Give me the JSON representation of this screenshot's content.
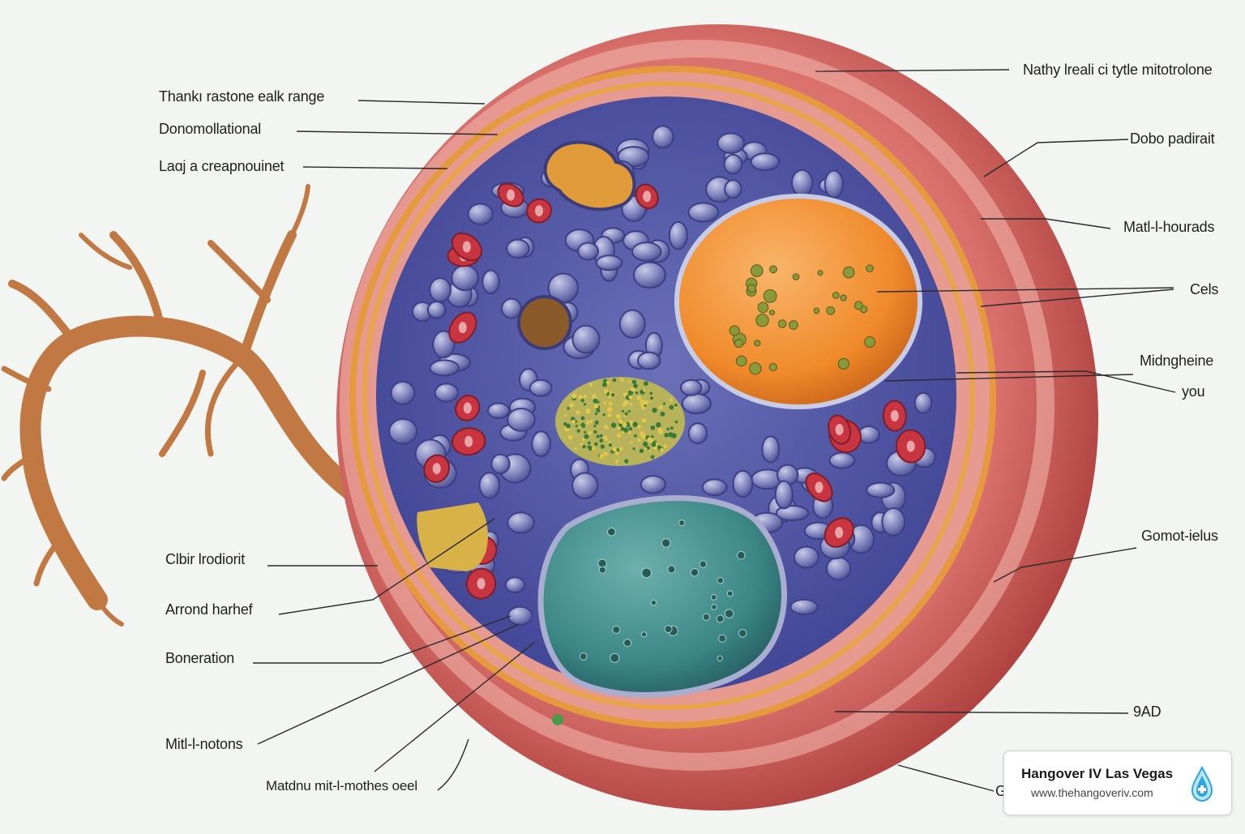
{
  "labels_left": [
    {
      "id": "l1",
      "text": "Thankı rastone ealk range"
    },
    {
      "id": "l2",
      "text": "Donomollational"
    },
    {
      "id": "l3",
      "text": "Laɑj a creapnouinet"
    },
    {
      "id": "l4",
      "text": "Clbir lrodiorit"
    },
    {
      "id": "l5",
      "text": "Arrond harhef"
    },
    {
      "id": "l6",
      "text": "Boneration"
    },
    {
      "id": "l7",
      "text": "Mitl-l-notons"
    },
    {
      "id": "l8",
      "text": "Matdnu mit-l-mothes oeel"
    }
  ],
  "labels_right": [
    {
      "id": "r1",
      "text": "Nathy lreali ci tytle mitotrolone"
    },
    {
      "id": "r2",
      "text": "Dobo padirait"
    },
    {
      "id": "r3",
      "text": "Matl-l-hourads"
    },
    {
      "id": "r4",
      "text": "Cels"
    },
    {
      "id": "r5",
      "text": "Midngheine"
    },
    {
      "id": "r6",
      "text": "you"
    },
    {
      "id": "r7",
      "text": "Gomot-ielus"
    },
    {
      "id": "r8",
      "text": "9AD"
    },
    {
      "id": "r9",
      "text": "G"
    }
  ],
  "brand": {
    "name": "Hangover IV Las Vegas",
    "url": "www.thehangoveriv.com",
    "icon": "iv-drop-icon",
    "accent": "#2aa7e0"
  },
  "colors": {
    "outer_tissue": "#d86a6a",
    "membrane": "#e8a14a",
    "cytoplasm": "#5a5fa6",
    "nucleus": "#f0912f",
    "teal_body": "#3f8a8a",
    "nerve": "#c97b45"
  }
}
